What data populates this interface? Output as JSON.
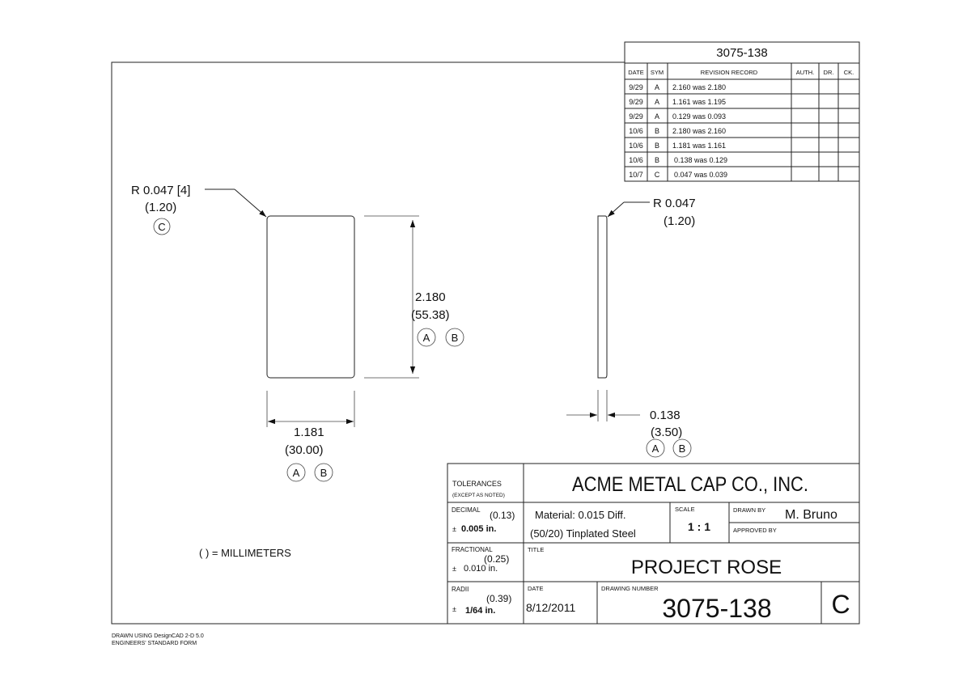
{
  "revision_block": {
    "title": "3075-138",
    "headers": [
      "DATE",
      "SYM",
      "REVISION RECORD",
      "AUTH.",
      "DR.",
      "CK."
    ],
    "rows": [
      {
        "date": "9/29",
        "sym": "A",
        "record": "2.160 was 2.180"
      },
      {
        "date": "9/29",
        "sym": "A",
        "record": "1.161 was 1.195"
      },
      {
        "date": "9/29",
        "sym": "A",
        "record": "0.129 was 0.093"
      },
      {
        "date": "10/6",
        "sym": "B",
        "record": "2.180 was 2.160"
      },
      {
        "date": "10/6",
        "sym": "B",
        "record": "1.181 was 1.161"
      },
      {
        "date": "10/6",
        "sym": "B",
        "record": "0.138 was 0.129"
      },
      {
        "date": "10/7",
        "sym": "C",
        "record": "0.047 was 0.039"
      }
    ]
  },
  "front_view": {
    "radius_label": "R 0.047 [4]",
    "radius_mm": "(1.20)",
    "radius_rev": "C",
    "height_in": "2.180",
    "height_mm": "(55.38)",
    "height_revs": [
      "A",
      "B"
    ],
    "width_in": "1.181",
    "width_mm": "(30.00)",
    "width_revs": [
      "A",
      "B"
    ]
  },
  "side_view": {
    "radius_label": "R 0.047",
    "radius_mm": "(1.20)",
    "thickness_in": "0.138",
    "thickness_mm": "(3.50)",
    "thickness_revs": [
      "A",
      "B"
    ]
  },
  "units_note": "( ) = MILLIMETERS",
  "title_block": {
    "tolerances_label": "TOLERANCES",
    "tolerances_sub": "(EXCEPT AS NOTED)",
    "company": "ACME METAL CAP CO., INC.",
    "decimal_label": "DECIMAL",
    "decimal_mm": "(0.13)",
    "decimal_pm": "±",
    "decimal_in": "0.005 in.",
    "material_line1": "Material: 0.015 Diff.",
    "material_line2": "(50/20) Tinplated Steel",
    "scale_label": "SCALE",
    "scale_value": "1 : 1",
    "drawn_by_label": "DRAWN BY",
    "drawn_by_value": "M. Bruno",
    "approved_by_label": "APPROVED BY",
    "fractional_label": "FRACTIONAL",
    "fractional_mm": "(0.25)",
    "fractional_pm": "±",
    "fractional_in": "0.010 in.",
    "title_label": "TITLE",
    "title_value": "PROJECT ROSE",
    "radii_label": "RADII",
    "radii_mm": "(0.39)",
    "radii_pm": "±",
    "radii_in": "1/64 in.",
    "date_label": "DATE",
    "date_value": "8/12/2011",
    "drawing_number_label": "DRAWING NUMBER",
    "drawing_number_value": "3075-138",
    "revision_letter": "C"
  },
  "footer": {
    "line1": "DRAWN USING DesignCAD 2-D 5.0",
    "line2": "ENGINEERS' STANDARD FORM"
  }
}
